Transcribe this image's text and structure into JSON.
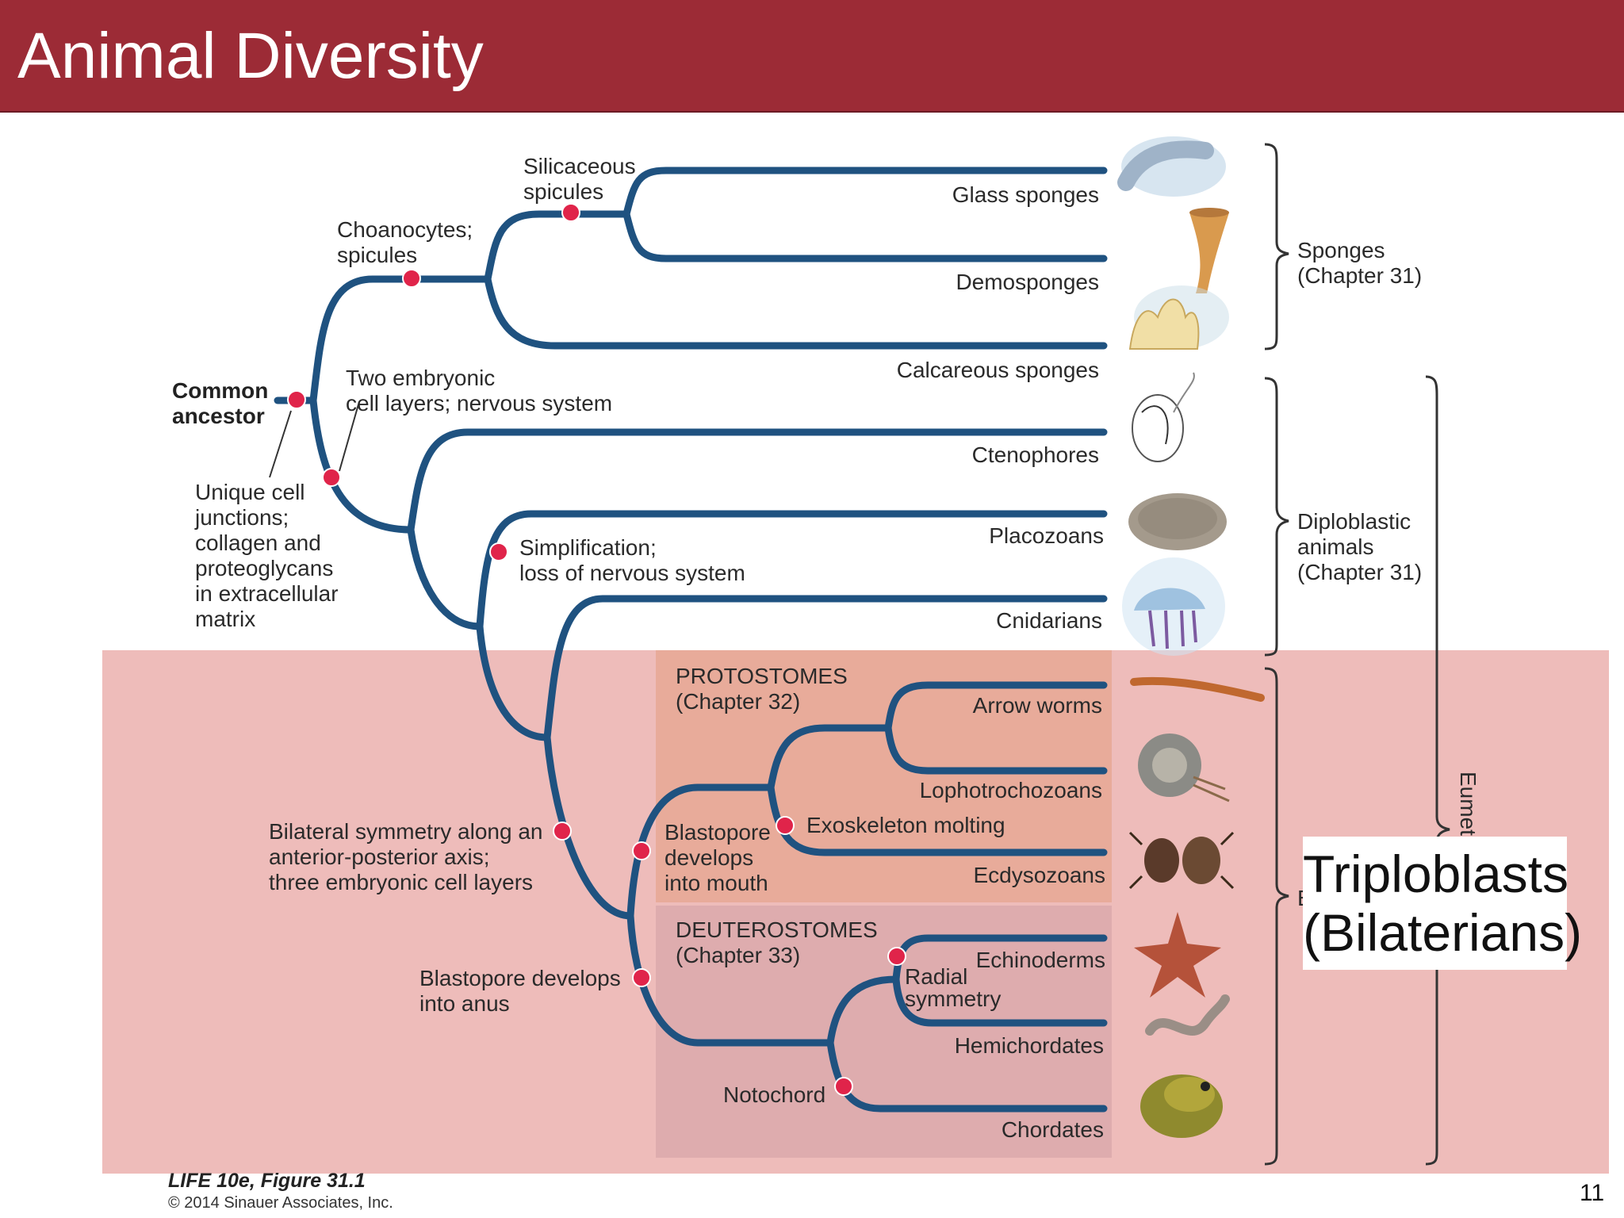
{
  "slide": {
    "title": "Animal Diversity",
    "page_number": "11"
  },
  "tree": {
    "root_label": [
      "Common",
      "ancestor"
    ],
    "synapomorphies": {
      "root": [
        "Unique cell",
        "junctions;",
        "collagen and",
        "proteoglycans",
        "in extracellular",
        "matrix"
      ],
      "choanocytes": [
        "Choanocytes;",
        "spicules"
      ],
      "silicaceous": [
        "Silicaceous",
        "spicules"
      ],
      "two_layers": [
        "Two embryonic",
        "cell layers; nervous system"
      ],
      "simplification": [
        "Simplification;",
        "loss of nervous system"
      ],
      "bilateral": [
        "Bilateral symmetry along an",
        "anterior-posterior axis;",
        "three embryonic cell layers"
      ],
      "blastopore_mouth": [
        "Blastopore",
        "develops",
        "into mouth"
      ],
      "exoskeleton": "Exoskeleton molting",
      "blastopore_anus": [
        "Blastopore develops",
        "into anus"
      ],
      "radial": [
        "Radial",
        "symmetry"
      ],
      "notochord": "Notochord"
    },
    "groups": {
      "protostomes": [
        "PROTOSTOMES",
        "(Chapter 32)"
      ],
      "deuterostomes": [
        "DEUTEROSTOMES",
        "(Chapter 33)"
      ]
    },
    "taxa": [
      "Glass sponges",
      "Demosponges",
      "Calcareous sponges",
      "Ctenophores",
      "Placozoans",
      "Cnidarians",
      "Arrow worms",
      "Lophotrochozoans",
      "Ecdysozoans",
      "Echinoderms",
      "Hemichordates",
      "Chordates"
    ],
    "brackets": {
      "sponges": [
        "Sponges",
        "(Chapter 31)"
      ],
      "diploblastic": [
        "Diploblastic",
        "animals",
        "(Chapter 31)"
      ],
      "eumetazoans_partial": "Eumet",
      "bilaterians_partial": "E"
    }
  },
  "overlay": {
    "triploblasts": [
      "Triploblasts",
      "(Bilaterians)"
    ]
  },
  "credit": {
    "figure": "LIFE 10e, Figure 31.1",
    "copyright": "© 2014 Sinauer Associates, Inc."
  },
  "colors": {
    "title_bar": "#9c2b36",
    "branch": "#1f5280",
    "node_dot": "#e0244a",
    "highlight": "#e9a9a7",
    "group_panel": "#e5a186"
  }
}
